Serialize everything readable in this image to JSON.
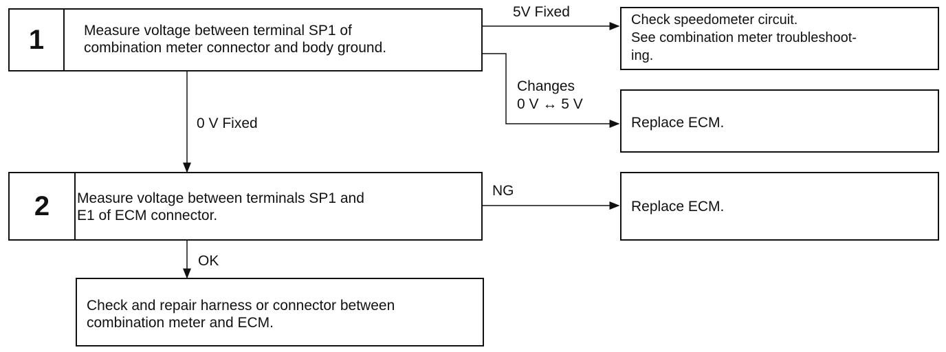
{
  "steps": [
    {
      "number": "1",
      "line1": "Measure voltage between terminal SP1 of",
      "line2": "combination meter connector and body ground."
    },
    {
      "number": "2",
      "line1": "Measure voltage between terminals SP1 and",
      "line2": "E1 of ECM connector."
    }
  ],
  "results": {
    "speedometer": {
      "line1": "Check speedometer circuit.",
      "line2": "See combination meter troubleshoot-",
      "line3": "ing."
    },
    "replace_ecm_1": "Replace ECM.",
    "replace_ecm_2": "Replace ECM.",
    "repair_harness": {
      "line1": "Check and repair harness or connector between",
      "line2": "combination meter and ECM."
    }
  },
  "branch_labels": {
    "five_v_fixed": "5V Fixed",
    "changes_line1": "Changes",
    "changes_line2": "0 V ↔ 5 V",
    "zero_v_fixed": "0 V Fixed",
    "ng": "NG",
    "ok": "OK"
  }
}
